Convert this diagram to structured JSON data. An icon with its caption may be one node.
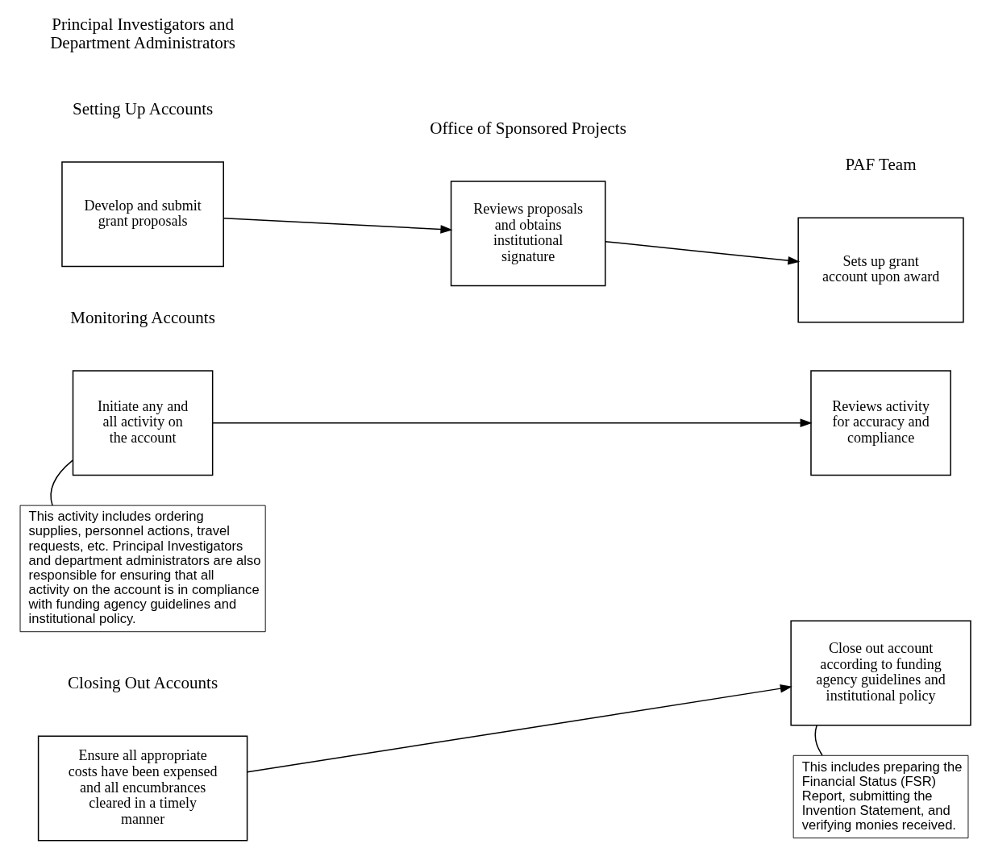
{
  "diagram": {
    "nodes": [
      {
        "text": [
          "Develop and submit grant proposals"
        ]
      },
      {
        "text": [
          "Reviews proposals and obtains institutional signature"
        ]
      },
      {
        "text": [
          "Sets up grant account upon award"
        ]
      },
      {
        "text": [
          "Initiate any and all activity on the account"
        ]
      },
      {
        "text": [
          "Reviews activity for accuracy and compliance"
        ]
      },
      {
        "text": [
          "This activity includes ordering supplies, personnel actions, travel requests, etc. Principal Investigators and department administrators are also responsible for ensuring that all activity on the account is in compliance with funding agency guidelines and institutional policy."
        ]
      },
      {
        "text": [
          "Ensure all appropriate costs have been expensed and all encumbrances cleared in a timely manner"
        ]
      },
      {
        "text": [
          "Close out account according to funding agency guidelines and institutional policy"
        ]
      },
      {
        "text": [
          "This includes preparing the Financial Status (FSR) Report, submitting the Invention Statement, and verifying monies received."
        ]
      }
    ],
    "edges": [
      {
        "from": 0,
        "to": 1,
        "arrow": "to"
      },
      {
        "from": 1,
        "to": 2,
        "arrow": "to"
      },
      {
        "from": 3,
        "to": 4,
        "arrow": "to"
      },
      {
        "from": 5,
        "to": 3,
        "arrow": "none"
      },
      {
        "from": 6,
        "to": 7,
        "arrow": "to"
      },
      {
        "from": 8,
        "to": 7,
        "arrow": "none"
      }
    ],
    "labels": [
      "Principal Investigators and Department Administrators",
      "Office of Sponsored Projects",
      "PAF Team",
      "Setting Up Accounts",
      "Monitoring Accounts",
      "Closing Out Accounts"
    ]
  }
}
